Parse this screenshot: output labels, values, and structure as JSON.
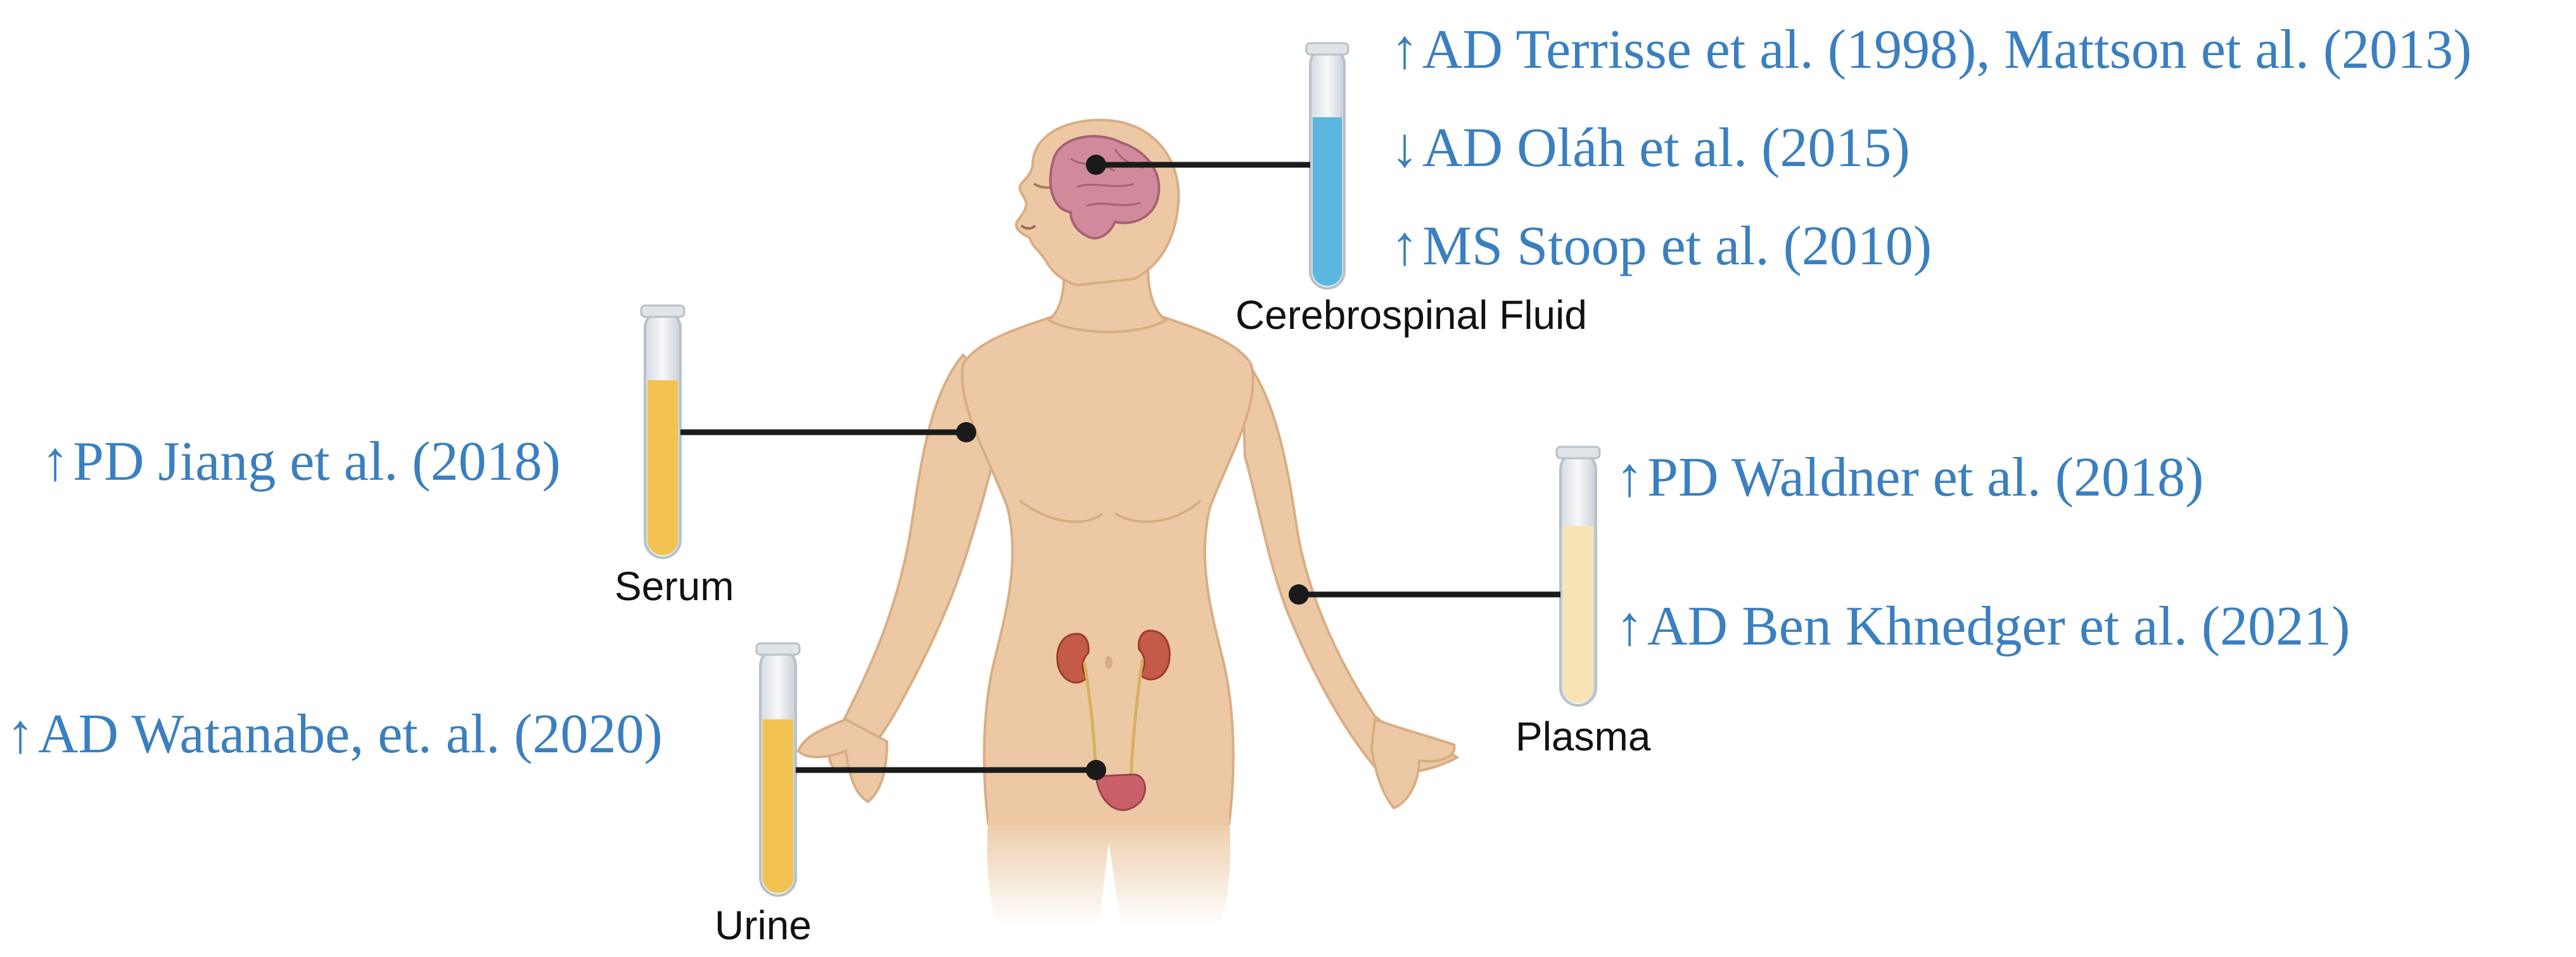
{
  "labels": {
    "csf": "Cerebrospinal Fluid",
    "serum": "Serum",
    "plasma": "Plasma",
    "urine": "Urine"
  },
  "refs": {
    "csf": [
      {
        "arrow": "↑",
        "text": "AD Terrisse et al. (1998), Mattson et al. (2013)"
      },
      {
        "arrow": "↓",
        "text": "AD Oláh et al. (2015)"
      },
      {
        "arrow": "↑",
        "text": "MS Stoop et al. (2010)"
      }
    ],
    "serum": [
      {
        "arrow": "↑",
        "text": "PD Jiang et al. (2018)"
      }
    ],
    "plasma": [
      {
        "arrow": "↑",
        "text": "PD Waldner et al. (2018)"
      },
      {
        "arrow": "↑",
        "text": "AD Ben Khnedger et al. (2021)"
      }
    ],
    "urine": [
      {
        "arrow": "↑",
        "text": "AD Watanabe, et. al. (2020)"
      }
    ]
  },
  "colors": {
    "ref_text": "#3a7fc0",
    "skin": "#ecc9a4",
    "skin_shadow": "#d9ad84",
    "brain": "#d18a9c",
    "csf_fluid": "#5bb7e0",
    "serum_fluid": "#f2c350",
    "plasma_fluid": "#f8e3b2",
    "urine_fluid": "#f2c350",
    "kidney": "#c45a48",
    "bladder": "#c8606a",
    "connector": "#1a1a1a"
  }
}
